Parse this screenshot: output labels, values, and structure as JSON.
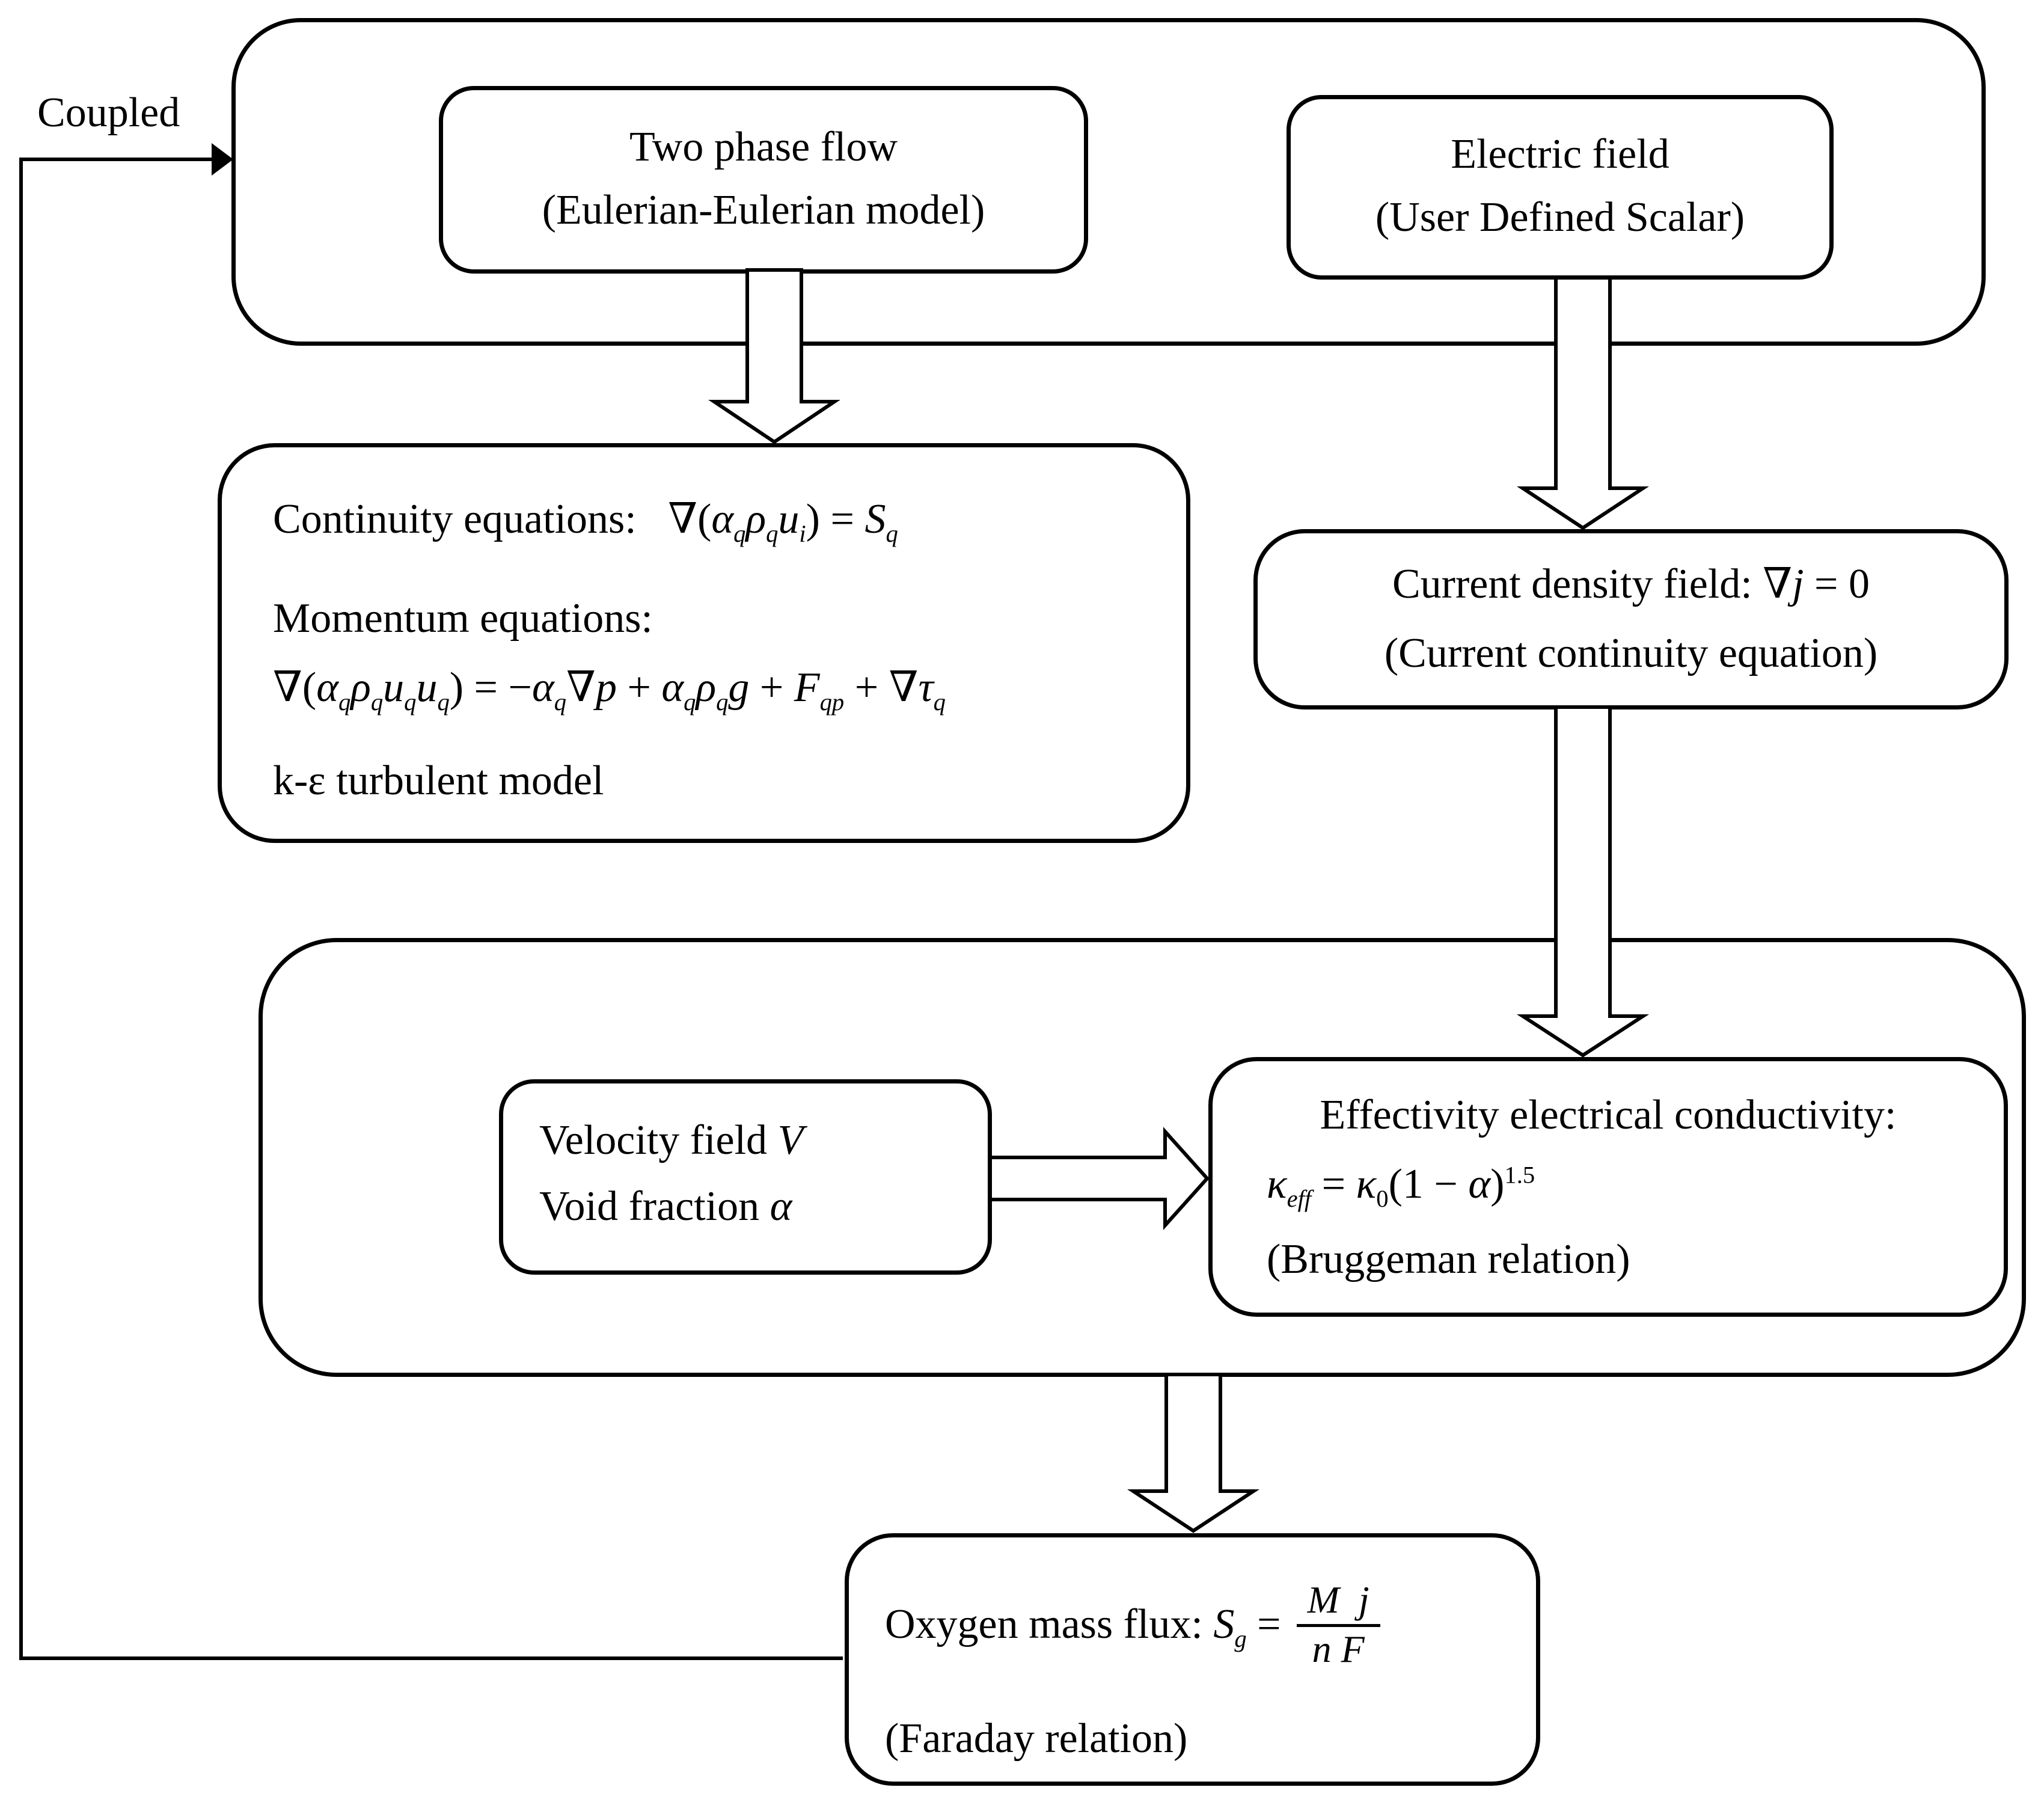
{
  "figure": {
    "coupled_label": "Coupled",
    "two_phase": {
      "title": "Two phase flow",
      "subtitle": "(Eulerian-Eulerian model)"
    },
    "electric_field": {
      "title": "Electric field",
      "subtitle": "(User Defined Scalar)"
    },
    "flow_equations": {
      "continuity_html": "Continuity equations:&nbsp;&nbsp; ∇(<i>α<sub>q</sub>ρ<sub>q</sub>u<sub>i</sub></i>) = <i>S<sub>q</sub></i>",
      "momentum_label": "Momentum equations:",
      "momentum_html": "∇(<i>α<sub>q</sub>ρ<sub>q</sub>u<sub>q</sub>u<sub>q</sub></i>) = −<i>α<sub>q</sub></i>∇<i>p</i> + <i>α<sub>q</sub>ρ<sub>q</sub>g</i> + <i>F<sub>qp</sub></i> + ∇<i>τ<sub>q</sub></i>",
      "turbulence_model": "k-ε turbulent model"
    },
    "current_density": {
      "title_html": "Current density field: ∇<i>j</i> = 0",
      "subtitle": "(Current continuity equation)"
    },
    "velocity": {
      "line1_html": "Velocity field <i>V</i>",
      "line2_html": "Void fraction <i>α</i>"
    },
    "effectivity": {
      "title": "Effectivity electrical conductivity:",
      "equation_html": "<i>κ<sub>eff</sub></i> = <i>κ</i><sub>0</sub>(1 − <i>α</i>)<sup>1.5</sup>",
      "note": "(Bruggeman relation)"
    },
    "oxygen": {
      "label_html": "Oxygen mass flux: <i>S<sub>g</sub></i> =",
      "frac_numerator_html": "<i>M&nbsp;&nbsp;j</i>",
      "frac_denominator_html": "<i>n&nbsp;F</i>",
      "note": "(Faraday relation)"
    },
    "colors": {
      "line": "#000000",
      "background": "#ffffff"
    }
  }
}
